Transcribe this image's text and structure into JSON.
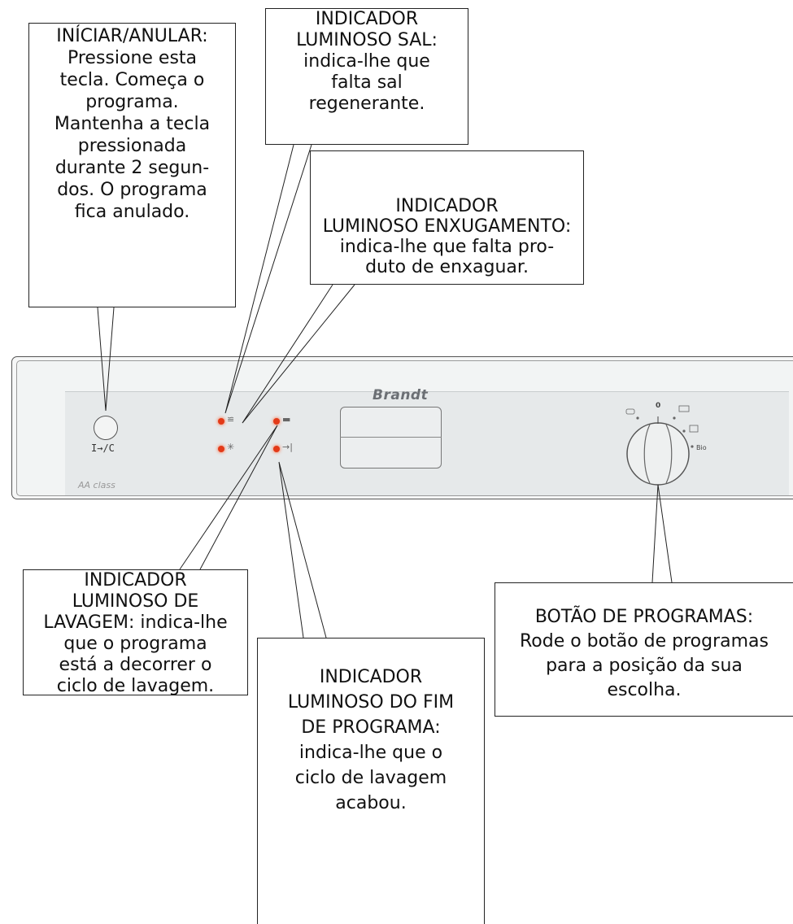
{
  "callouts": {
    "start_cancel": "INÍCIAR/ANULAR:\nPressione esta\ntecla. Começa o\nprograma.\nMantenha a tecla\npressionada\ndurante 2 segun-\ndos. O programa\nfica anulado.",
    "salt": "INDICADOR\nLUMINOSO SAL:\nindica-lhe que\nfalta sal\nregenerante.",
    "rinse": "INDICADOR\nLUMINOSO ENXUGAMENTO:\nindica-lhe que falta pro-\nduto de enxaguar.",
    "wash": "INDICADOR\n LUMINOSO DE\nLAVAGEM: indica-lhe\nque o programa\nestá a decorrer o\nciclo de lavagem.",
    "end": "INDICADOR\nLUMINOSO DO FIM\nDE PROGRAMA:\nindica-lhe que o\nciclo de lavagem\nacabou.",
    "program_knob": "BOTÃO DE PROGRAMAS:\nRode o botão de programas\npara a posição da sua\nescolha."
  },
  "panel": {
    "brand": "Brandt",
    "start_button_label": "I→/C",
    "energy_logo": "AA class",
    "dial_zero": "0",
    "dial_bio": "Bio"
  },
  "colors": {
    "led": "#e33a18",
    "panel": "#e6e9ea",
    "outline": "#222222"
  },
  "icons": [
    "salt-icon",
    "rinse-aid-icon",
    "wash-icon",
    "end-icon"
  ]
}
